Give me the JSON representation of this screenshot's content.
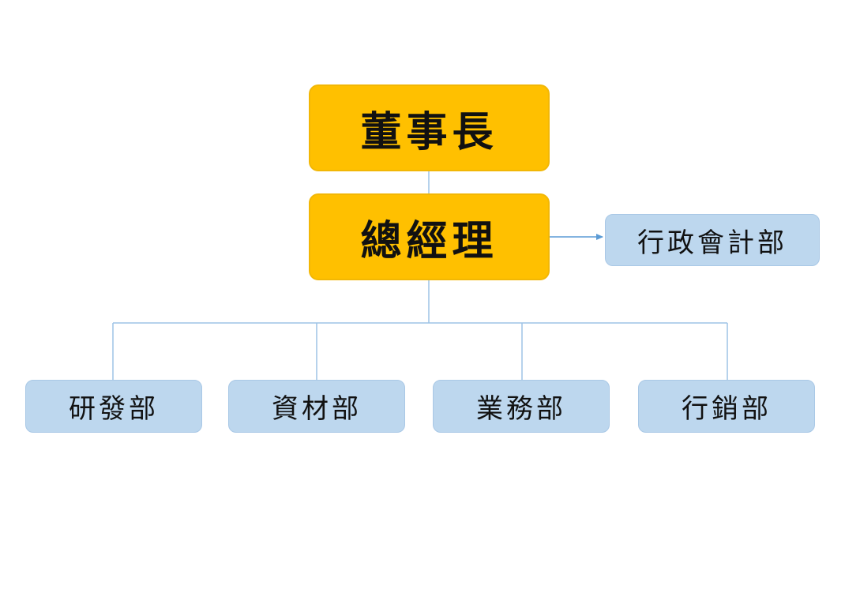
{
  "org_chart": {
    "chairman": {
      "label": "董事長"
    },
    "general_manager": {
      "label": "總經理"
    },
    "staff_unit": {
      "label": "行政會計部"
    },
    "departments": [
      {
        "label": "研發部"
      },
      {
        "label": "資材部"
      },
      {
        "label": "業務部"
      },
      {
        "label": "行銷部"
      }
    ]
  },
  "colors": {
    "executive_fill": "#ffc000",
    "department_fill": "#bdd7ee",
    "connector": "#9dc3e6",
    "text": "#111111"
  }
}
